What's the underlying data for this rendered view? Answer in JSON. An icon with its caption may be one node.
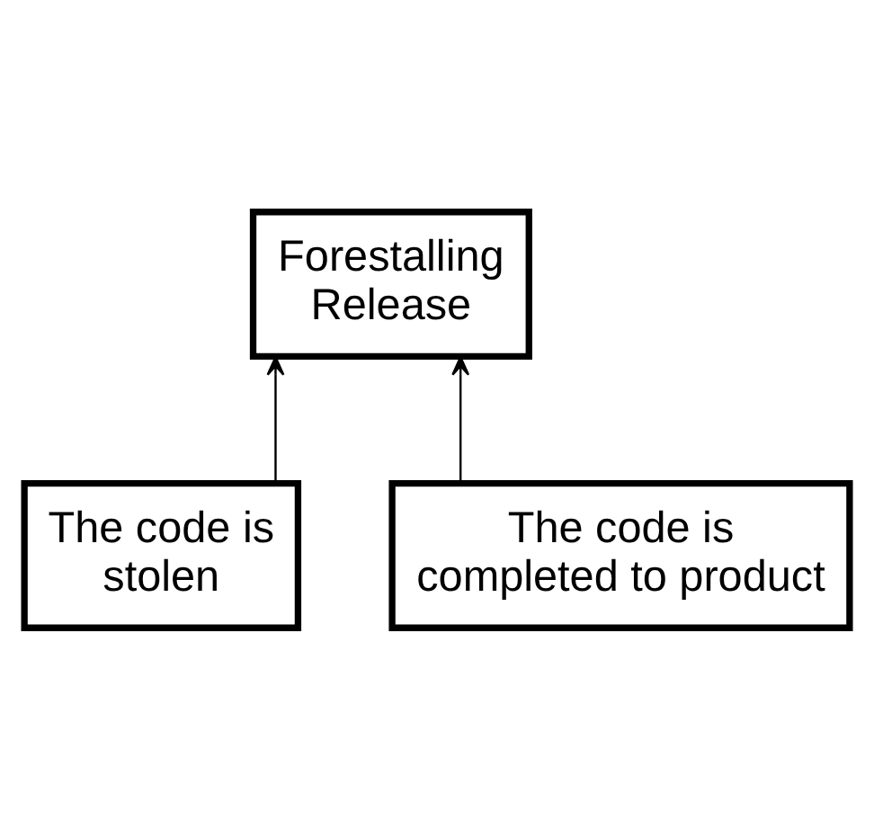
{
  "diagram": {
    "nodes": [
      {
        "text": [
          "Forestalling Release"
        ]
      },
      {
        "text": [
          "The code is stolen"
        ]
      },
      {
        "text": [
          "The code is completed to product"
        ]
      }
    ],
    "edges": [
      {
        "from": 1,
        "to": 0,
        "arrow": "to"
      },
      {
        "from": 2,
        "to": 0,
        "arrow": "to"
      }
    ]
  }
}
